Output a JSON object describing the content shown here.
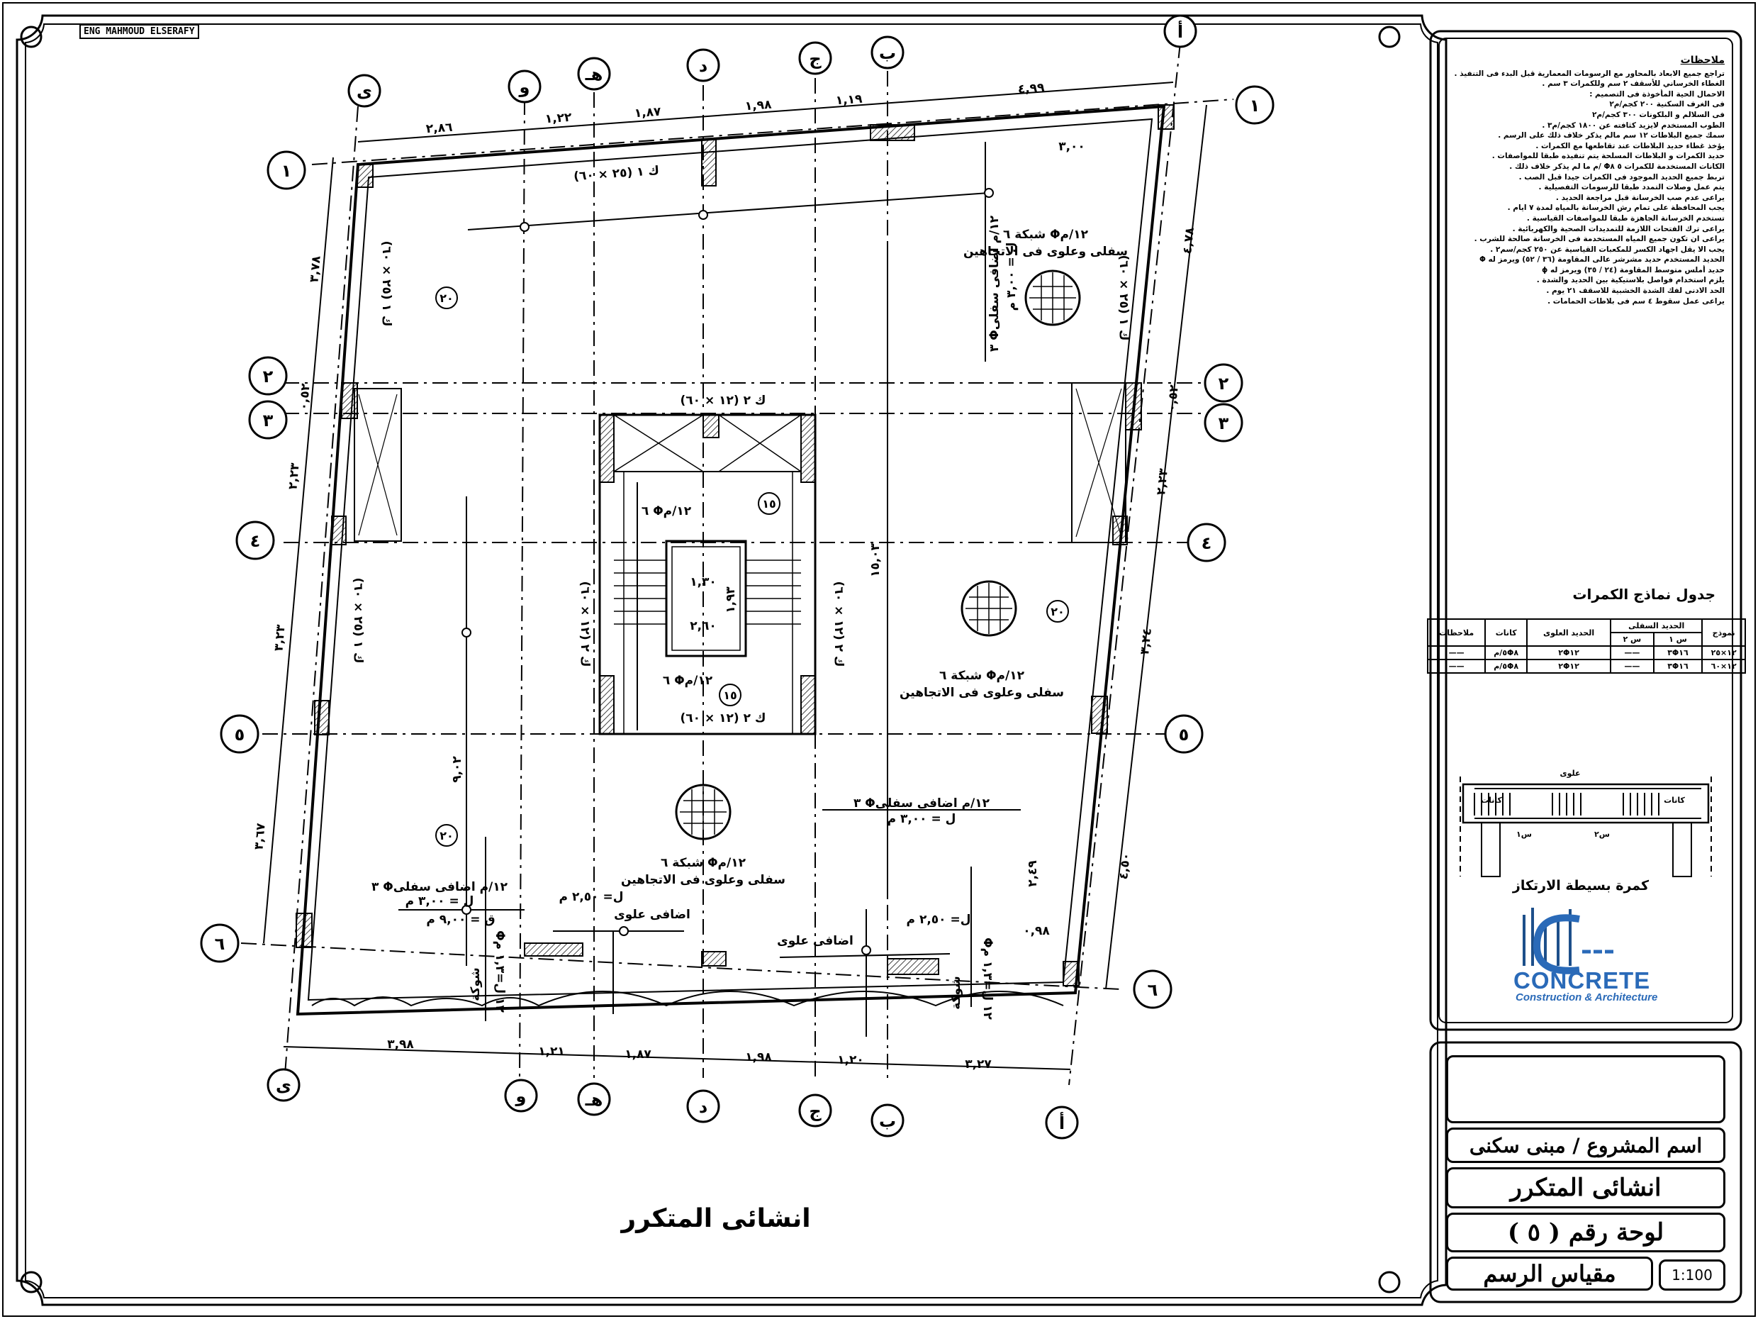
{
  "drafter": "ENG MAHMOUD ELSERAFY",
  "drawing_title": "انشائى المتكرر",
  "title_block": {
    "project_name": "اسم المشروع / مبنى سكنى",
    "sheet_title": "انشائى المتكرر",
    "sheet_number": "لوحة رقم ( ٥ )",
    "scale_label": "مقياس الرسم",
    "scale_value": "1:100"
  },
  "notes": {
    "heading": "ملاحظات",
    "lines": [
      "تراجع جميع الابعاد بالمحاور مع الرسومات المعمارية قبل البدء فى التنفيذ .",
      "الغطاء الخرساني للأسقف ٢ سم وللكمرات ٣ سم .",
      "الاحمال الحية المأخوذة فى التصميم :",
      "فى الغرف السكنية ٢٠٠ كجم/م٢",
      "فى السلالم و البلكونات ٣٠٠ كجم/م٢",
      "الطوب المستخدم لايزيد كثافته عن ١٨٠٠ كجم/م٣ .",
      "سمك جميع البلاطات ١٢ سم مالم يذكر خلاف ذلك على الرسم .",
      "يؤخذ غطاء حديد البلاطات عند تقاطعها مع الكمرات .",
      "حديد الكمرات و البلاطات المسلحة يتم تنفيذه طبقا للمواصفات .",
      "الكانات المستخدمة للكمرات ٥ Φ٨ /م ما لم يذكر خلاف ذلك .",
      "تربط جميع الحديد الموجود فى الكمرات جيدا قبل الصب .",
      "يتم عمل وصلات التمدد طبقا للرسومات التفصيلية .",
      "يراعى عدم صب الخرسانة قبل مراجعة الحديد .",
      "يجب المحافظة على تمام رش الخرسانة بالمياه لمدة ٧ ايام .",
      "تستخدم الخرسانة الجاهزة طبقا للمواصفات القياسية .",
      "يراعى ترك الفتحات اللازمة للتمديدات الصحية والكهربائية .",
      "يراعى ان تكون جميع المياه المستخدمة فى الخرسانة صالحة للشرب .",
      "يجب الا يقل اجهاد الكسر للمكعبات القياسية عن ٢٥٠ كجم/سم٢ .",
      "الحديد المستخدم حديد مشرشر عالى المقاومة (٣٦ / ٥٢) ويرمز له Φ",
      "حديد أملس متوسط المقاومة (٢٤ / ٣٥) ويرمز له ϕ",
      "يلزم استخدام فواصل بلاستيكية بين الحديد والشدة .",
      "الحد الادنى لفك الشدة الخشبية للاسقف ٢١ يوم .",
      "يراعى عمل سقوط ٤ سم فى بلاطات الحمامات ."
    ]
  },
  "schedule": {
    "title": "جدول نماذج الكمرات",
    "headers": [
      "نموذج",
      "الحديد السفلى",
      "الحديد العلوى",
      "كانات",
      "ملاحظات"
    ],
    "sub_headers": [
      "س ١",
      "س ٢"
    ],
    "rows": [
      {
        "model": "١٢×٢٥",
        "bottom1": "٣Φ١٦",
        "bottom2": "——",
        "top": "٢Φ١٢",
        "stirrups": "٥Φ٨/م",
        "notes": "——"
      },
      {
        "model": "١٢×٦٠",
        "bottom1": "٣Φ١٦",
        "bottom2": "——",
        "top": "٢Φ١٢",
        "stirrups": "٥Φ٨/م",
        "notes": "——"
      }
    ]
  },
  "beam_detail": {
    "caption": "كمرة بسيطة الارتكاز",
    "labels": [
      "علوى",
      "كانات",
      "كانات",
      "س١",
      "س٢"
    ]
  },
  "logo": {
    "word": "CONCRETE",
    "sub": "Construction & Architecture",
    "color": "#2a6ab8"
  },
  "axes": {
    "letters": [
      "ى",
      "و",
      "هـ",
      "د",
      "ج",
      "ب",
      "أ"
    ],
    "numbers": [
      "١",
      "٢",
      "٣",
      "٤",
      "٥",
      "٦"
    ]
  },
  "dimensions": {
    "top": [
      "٢,٨٦",
      "١,٢٢",
      "١,٨٧",
      "١,٩٨",
      "١,١٩",
      "٤,٩٩"
    ],
    "bottom": [
      "٣,٩٨",
      "١,٢١",
      "١,٨٧",
      "١,٩٨",
      "١,٢٠",
      "٣,٢٧"
    ],
    "left": [
      "٣,٧٨",
      "٠,٥٢",
      "٢,٢٣",
      "٣,٢٣",
      "٣,٦٧"
    ],
    "right": [
      "٤,٧٨",
      "٠,٥٢",
      "٢,٢٣",
      "٣,٢٤",
      "٤,٥٠"
    ],
    "misc": [
      "٣,٠٠",
      "١,٣٠",
      "٢,٦٠",
      "١,٩٣",
      "٢,٤٩",
      "٠,٩٨",
      "٩,٠٢",
      "١٥,٠٣"
    ]
  },
  "plan_labels": {
    "beam_top": "ك ١ (٢٥ × ٦٠)",
    "beam_core_top": "ك ٢ (١٢ × ٦٠)",
    "beam_core_bottom": "ك ٢ (١٢ × ٦٠)",
    "beam_left": "ك ١ (٢٥ × ٦٠)",
    "beam_right": "ك ١ (٢٥ × ٦٠)",
    "beam_core_left": "ك ٢ (١٢ × ٦٠)",
    "beam_core_right": "ك ٢ (١٢ × ٦٠)",
    "slab_thickness": "٢٠",
    "stair_thickness": "١٥",
    "mesh_1": "شبكة ٦ Φ١٢/م",
    "mesh_sub": "سفلى وعلوى فى الاتجاهين",
    "stair_rebar": "٦ Φ١٢/م",
    "add_bottom": "٣ Φ١٢/م اضافى سفلى",
    "add_top": "اضافى علوى",
    "bar_len_1": "ل = ٣,٠٠ م",
    "bar_len_2": "ق = ٩,٠٠ م",
    "bar_len_3": "ل= ٢,٥٠ م",
    "hook": "شوكة",
    "hook_rebar": "Φ١٢ ل=١,٣ م"
  }
}
